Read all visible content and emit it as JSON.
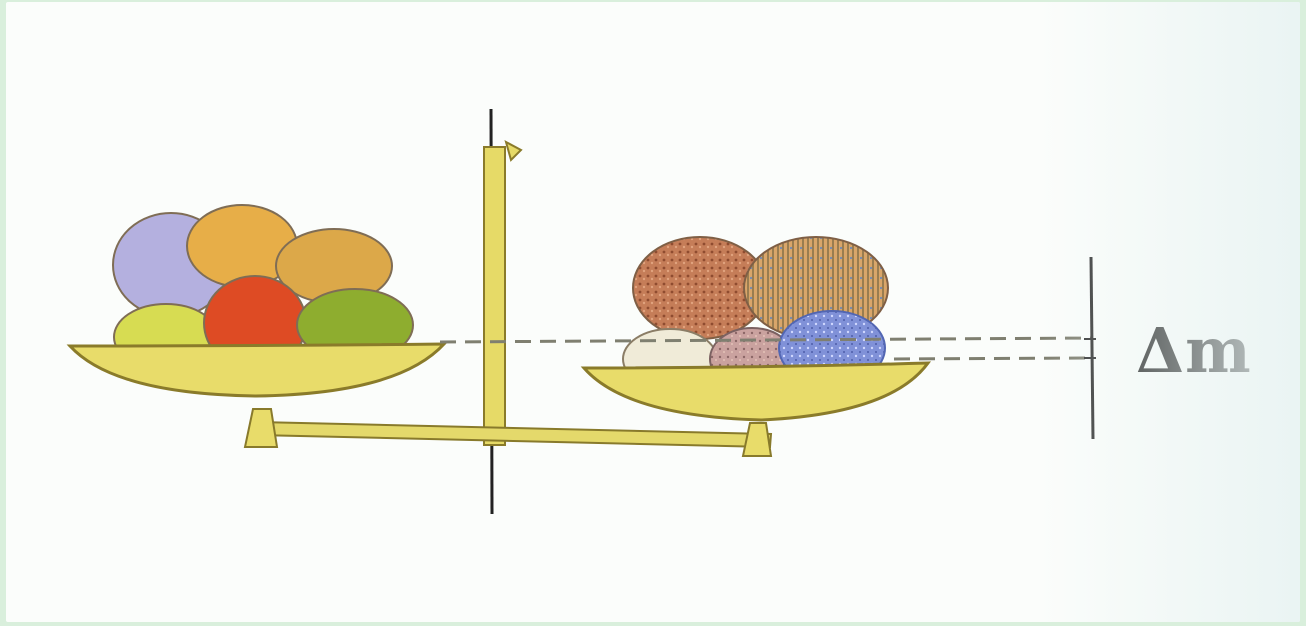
{
  "label": "Δm",
  "colors": {
    "background_border": "#d9efdc",
    "scale_brass": "#e8dc6a",
    "scale_outline": "#8b7b22",
    "post": "#1f1f1f",
    "dashed_line": "#7f7f70"
  },
  "left_pan_items": [
    {
      "name": "purple-fruit",
      "color": "#b5b0dd"
    },
    {
      "name": "orange-fruit",
      "color": "#e8b04a"
    },
    {
      "name": "tan-fruit",
      "color": "#dda74a"
    },
    {
      "name": "yellow-green-fruit",
      "color": "#d6db53"
    },
    {
      "name": "red-fruit",
      "color": "#de4c24"
    },
    {
      "name": "green-fruit",
      "color": "#8cad2f"
    }
  ],
  "right_pan_items": [
    {
      "name": "brown-textured-item",
      "color": "#bf7d5a"
    },
    {
      "name": "striped-textured-item",
      "color": "#d3a166"
    },
    {
      "name": "white-item",
      "color": "#f0ead6"
    },
    {
      "name": "pink-textured-item",
      "color": "#c99f9b"
    },
    {
      "name": "blue-textured-item",
      "color": "#7f93dc"
    }
  ]
}
